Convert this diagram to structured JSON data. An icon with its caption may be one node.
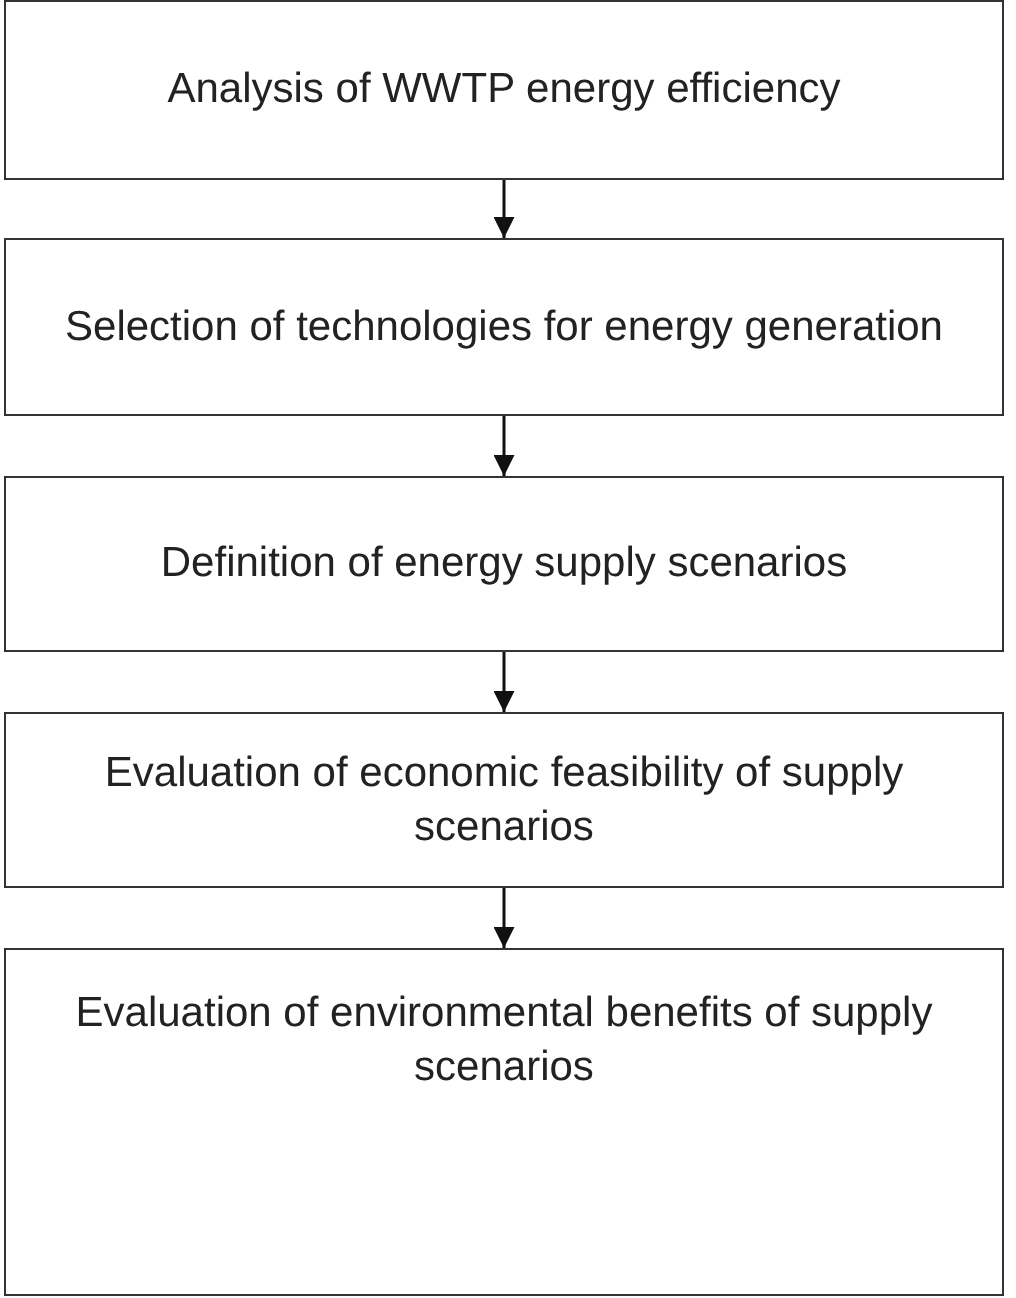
{
  "diagram": {
    "nodes": [
      {
        "text": [
          "Analysis of WWTP energy efficiency"
        ]
      },
      {
        "text": [
          "Selection of technologies for energy generation"
        ]
      },
      {
        "text": [
          "Definition of energy supply scenarios"
        ]
      },
      {
        "text": [
          "Evaluation of economic feasibility of supply scenarios"
        ]
      },
      {
        "text": [
          "Evaluation of environmental benefits of supply scenarios"
        ]
      }
    ],
    "edges": [
      {
        "from": 0,
        "to": 1,
        "arrow": "to"
      },
      {
        "from": 1,
        "to": 2,
        "arrow": "to"
      },
      {
        "from": 2,
        "to": 3,
        "arrow": "to"
      },
      {
        "from": 3,
        "to": 4,
        "arrow": "to"
      }
    ]
  }
}
